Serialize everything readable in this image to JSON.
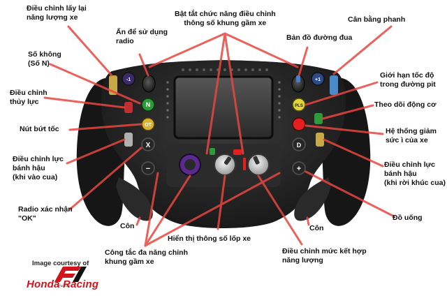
{
  "labels": {
    "ers_recovery": "Điều chỉnh lấy lại\nnăng lượng xe",
    "radio_button": "Ấn để sử dụng\nradio",
    "chassis_all": "Bật tắt chức năng điều chỉnh\nthông số khung gầm xe",
    "brake_balance": "Cân bằng phanh",
    "track_map": "Bản đồ đường đua",
    "neutral": "Số không\n(Số N)",
    "pit_limiter": "Giới hạn tốc độ\ntrong đường pit",
    "hydraulics": "Điều chỉnh\nthủy lực",
    "engine_monitor": "Theo dõi động cơ",
    "overtake": "Nút bứt tốc",
    "damping": "Hệ thống giảm\nsức ì của xe",
    "diff_entry": "Điều chỉnh lực\nbánh hậu\n(khi vào cua)",
    "diff_exit": "Điều chỉnh lực\nbánh hậu\n(khi rời khúc cua)",
    "radio_ok": "Radio xác nhận\n\"OK\"",
    "drink": "Đồ uống",
    "clutch_left": "Côn",
    "clutch_right": "Côn",
    "tyre_display": "Hiển thị thông số lốp xe",
    "multi_switch": "Công tắc đa năng chỉnh\nkhung gầm xe",
    "energy_mix": "Điều chỉnh mức kết hợp\nnăng lượng"
  },
  "buttons": {
    "neutral": "N",
    "overtake": "OT",
    "cancel": "X",
    "minus": "−",
    "drs": "D",
    "plus": "+",
    "pls": "PLS",
    "minus_one": "-1",
    "plus_one": "+1"
  },
  "credit": {
    "caption": "Image courtesy of",
    "brand": "Honda Racing",
    "f1_mark": "F1",
    "f1_sub": "Formula 1"
  },
  "colors": {
    "arrow": "#e8463f",
    "brand_red": "#d1131c",
    "wheel_body": "#1b1b1b",
    "screen": "#3a3a3a",
    "green_button": "#2e9b3a",
    "red_button": "#e4201e"
  }
}
